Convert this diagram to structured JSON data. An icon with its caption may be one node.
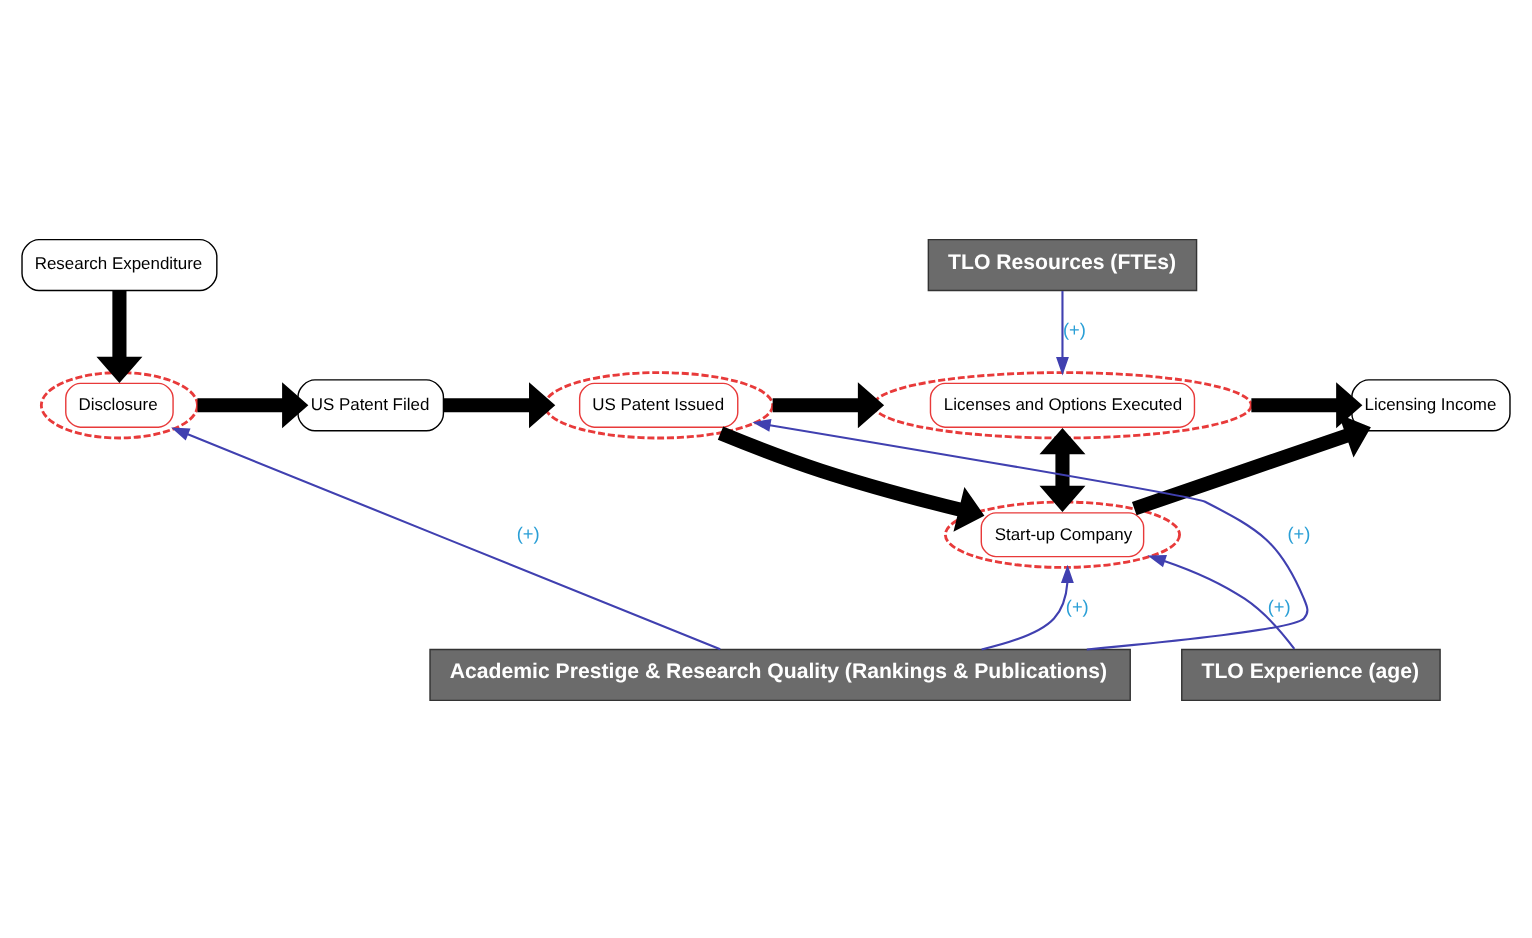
{
  "diagram": {
    "nodes": [
      {
        "text": [
          "Research Expenditure"
        ]
      },
      {
        "text": [
          "Disclosure"
        ]
      },
      {
        "text": [
          "US Patent Filed"
        ]
      },
      {
        "text": [
          "US Patent Issued"
        ]
      },
      {
        "text": [
          "Licenses and Options Executed"
        ]
      },
      {
        "text": [
          "Licensing Income"
        ]
      },
      {
        "text": [
          "Start-up Company"
        ]
      },
      {
        "text": [
          "TLO Resources (FTEs)"
        ]
      },
      {
        "text": [
          "Academic Prestige & Research Quality (Rankings & Publications)"
        ]
      },
      {
        "text": [
          "TLO Experience (age)"
        ]
      }
    ],
    "edges": [
      {
        "from": 0,
        "to": 1,
        "arrow": "to"
      },
      {
        "from": 1,
        "to": 2,
        "arrow": "to"
      },
      {
        "from": 2,
        "to": 3,
        "arrow": "to"
      },
      {
        "from": 3,
        "to": 4,
        "arrow": "to"
      },
      {
        "from": 4,
        "to": 5,
        "arrow": "to"
      },
      {
        "from": 3,
        "to": 6,
        "arrow": "to"
      },
      {
        "from": 4,
        "to": 6,
        "arrow": "both"
      },
      {
        "from": 6,
        "to": 5,
        "arrow": "to"
      },
      {
        "from": 7,
        "to": 4,
        "arrow": "to",
        "label": "(+)",
        "color": "#4040b0"
      },
      {
        "from": 8,
        "to": 1,
        "arrow": "to",
        "label": "(+)",
        "color": "#4040b0"
      },
      {
        "from": 8,
        "to": 3,
        "arrow": "to",
        "label": "(+)",
        "color": "#4040b0"
      },
      {
        "from": 8,
        "to": 6,
        "arrow": "to",
        "label": "(+)",
        "color": "#4040b0"
      },
      {
        "from": 9,
        "to": 6,
        "arrow": "to",
        "label": "(+)",
        "color": "#4040b0"
      }
    ]
  }
}
